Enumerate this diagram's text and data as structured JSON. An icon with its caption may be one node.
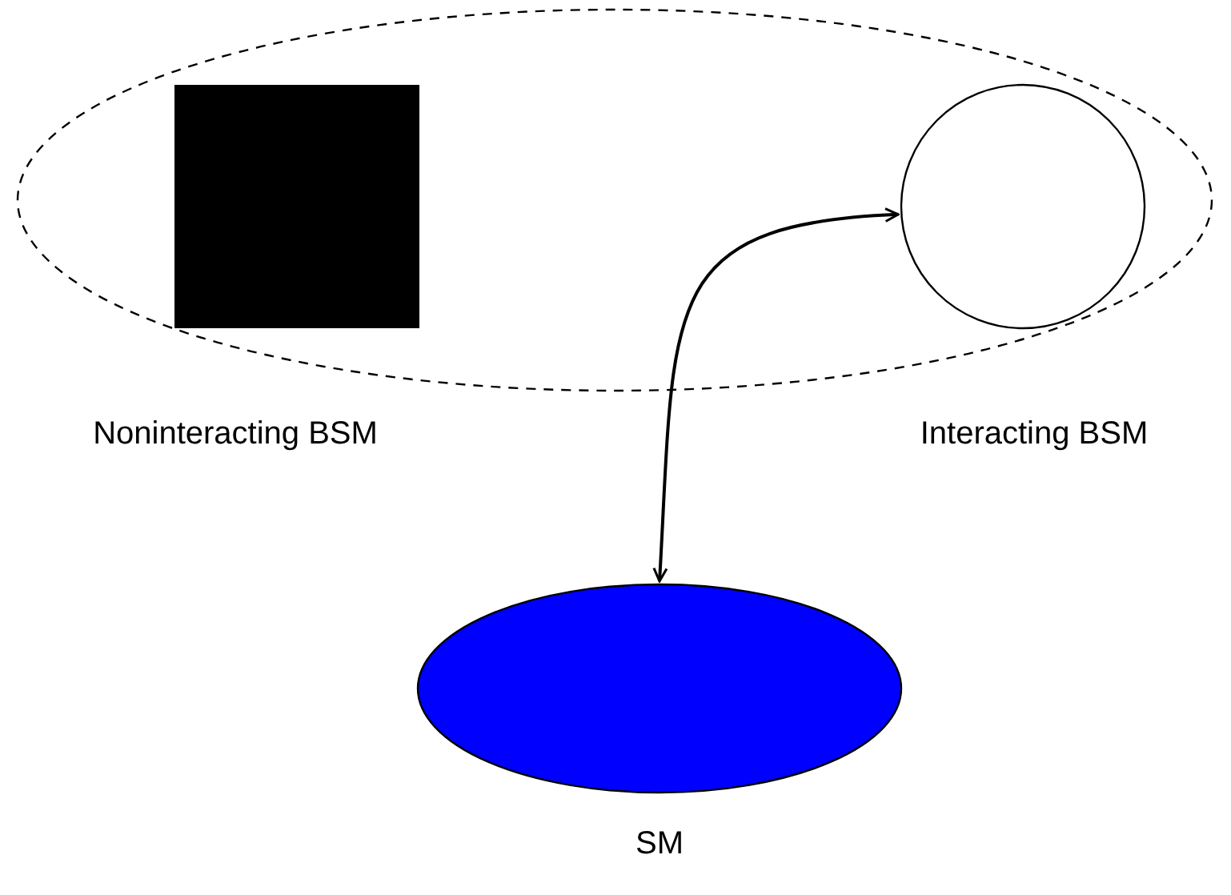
{
  "diagram": {
    "nodes": [
      {
        "text": [],
        "shape": "ellipse"
      },
      {
        "text": [
          "Noninteracting BSM"
        ],
        "in": 0
      },
      {
        "text": [
          "Interacting BSM"
        ],
        "in": 0
      },
      {
        "text": [
          "SM"
        ]
      }
    ],
    "edges": [
      {
        "from": 2,
        "to": 3,
        "arrow": "both"
      }
    ]
  }
}
